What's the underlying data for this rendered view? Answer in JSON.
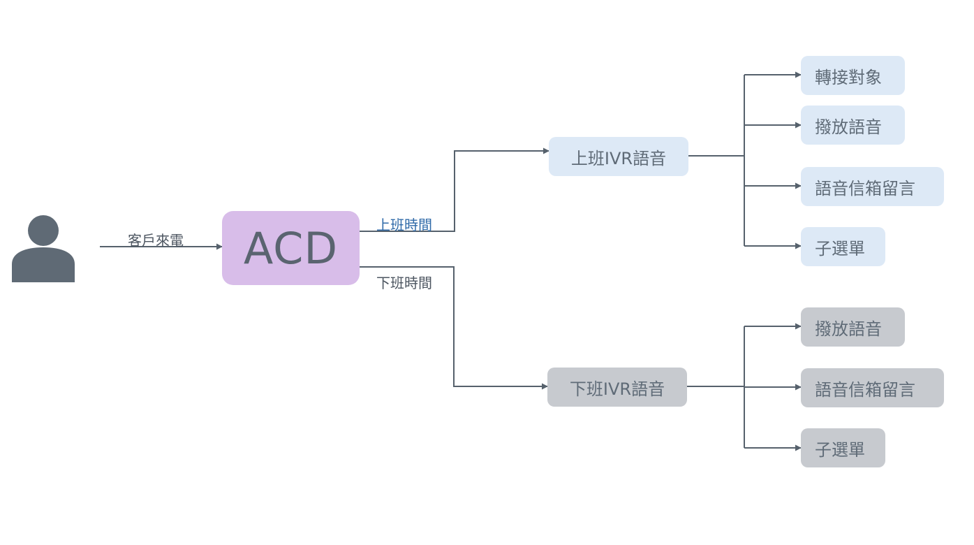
{
  "edge_labels": {
    "incoming": "客戶來電",
    "work_hours": "上班時間",
    "off_hours": "下班時間"
  },
  "acd": {
    "label": "ACD"
  },
  "work_branch": {
    "ivr": "上班IVR語音",
    "options": [
      "轉接對象",
      "撥放語音",
      "語音信箱留言",
      "子選單"
    ]
  },
  "off_branch": {
    "ivr": "下班IVR語音",
    "options": [
      "撥放語音",
      "語音信箱留言",
      "子選單"
    ]
  },
  "colors": {
    "line": "#56616c",
    "person": "#5f6a75",
    "acd_fill": "#d8bde9",
    "work_fill": "#dde9f6",
    "off_fill": "#c7cacf",
    "work_label": "#2f6aa8"
  },
  "icons": {
    "caller": "person-icon"
  }
}
